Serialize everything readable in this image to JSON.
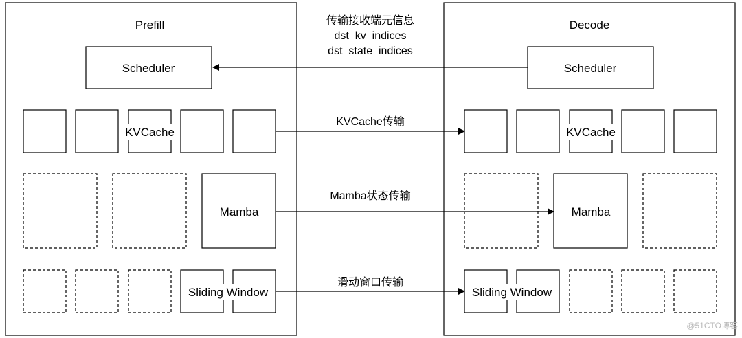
{
  "panels": {
    "prefill": {
      "title": "Prefill"
    },
    "decode": {
      "title": "Decode"
    }
  },
  "scheduler": {
    "prefill_label": "Scheduler",
    "decode_label": "Scheduler"
  },
  "flows": {
    "scheduler_info": {
      "line1": "传输接收端元信息",
      "line2": "dst_kv_indices",
      "line3": "dst_state_indices"
    },
    "kvcache": "KVCache传输",
    "mamba": "Mamba状态传输",
    "sliding": "滑动窗口传输"
  },
  "rows": {
    "kvcache_label": "KVCache",
    "mamba_label": "Mamba",
    "sliding_label_prefill": "Sliding Window",
    "sliding_label_decode": "Sliding Window"
  },
  "watermark": "@51CTO博客",
  "colors": {
    "line": "#000000",
    "background": "#ffffff",
    "watermark": "#b8b8b8"
  }
}
